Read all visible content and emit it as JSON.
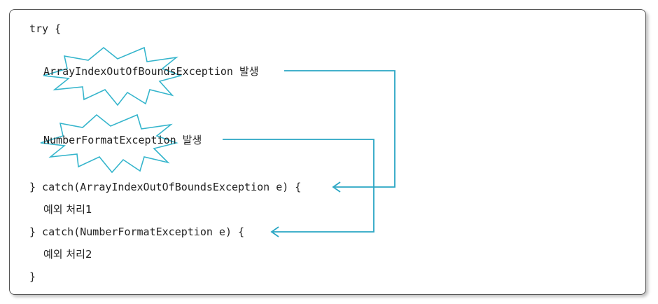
{
  "code_lines": {
    "try_open": "try {",
    "throw_1": "ArrayIndexOutOfBoundsException 발생",
    "throw_2": "NumberFormatException 발생",
    "catch_1": "} catch(ArrayIndexOutOfBoundsException e) {",
    "handler_1": "예외 처리1",
    "catch_2": "} catch(NumberFormatException e) {",
    "handler_2": "예외 처리2",
    "close": "}"
  },
  "colors": {
    "arrow": "#2aa6c4",
    "burst_stroke": "#35b5cc",
    "text": "#222222",
    "frame": "#555555"
  },
  "icons": {
    "burst_1": "explosion-burst-icon",
    "burst_2": "explosion-burst-icon",
    "arrow_1": "arrow-left-icon",
    "arrow_2": "arrow-left-icon"
  }
}
